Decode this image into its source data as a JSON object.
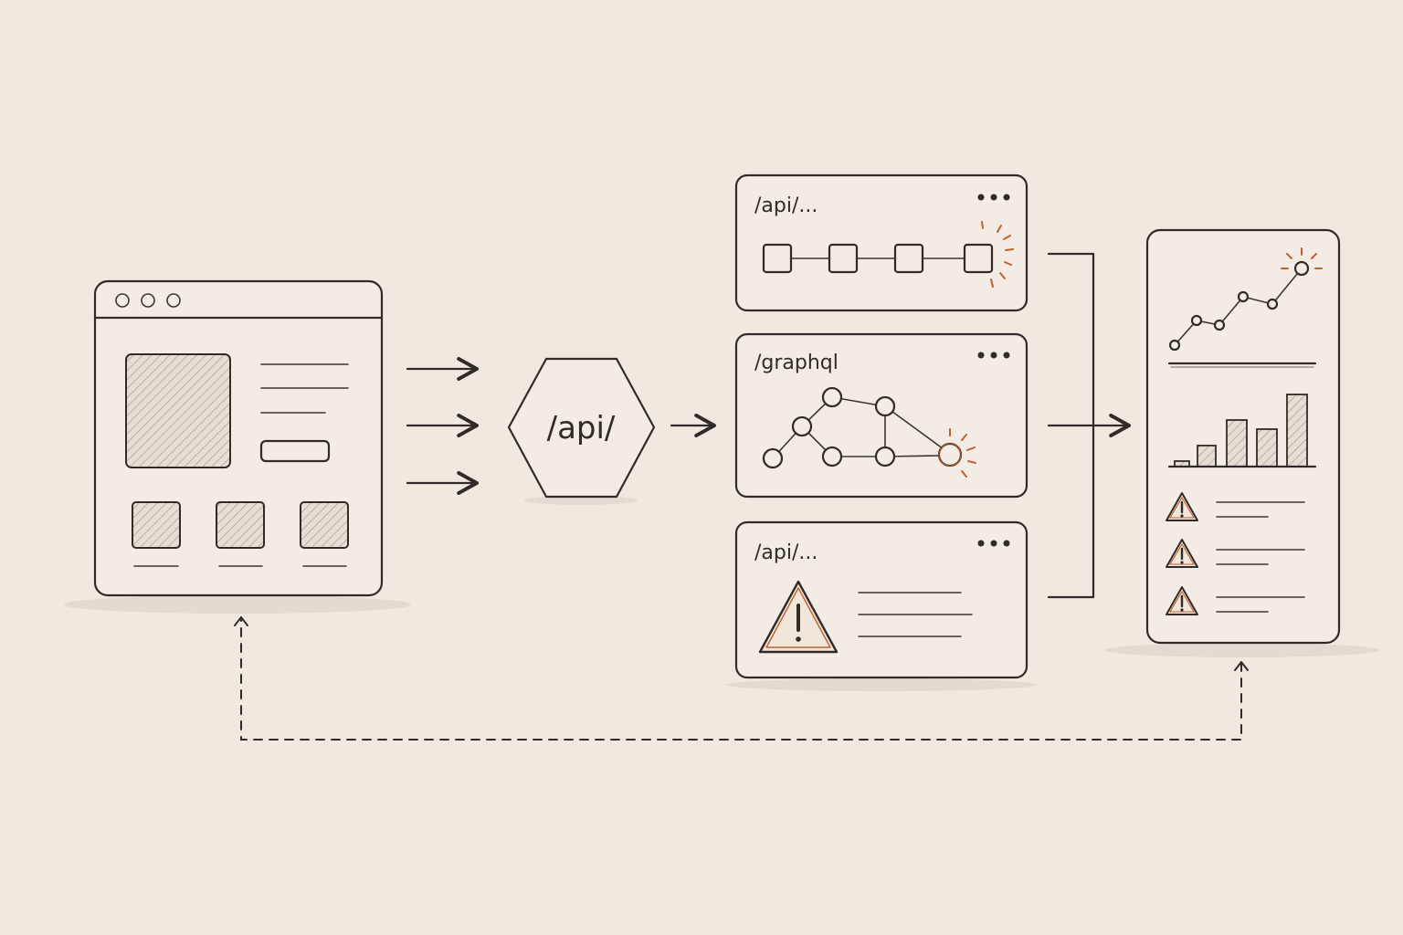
{
  "diagram": {
    "gateway": {
      "label": "/api/"
    },
    "panels": [
      {
        "id": "api-panel-1",
        "label": "/api/...",
        "kind": "linear-nodes"
      },
      {
        "id": "graphql-panel",
        "label": "/graphql",
        "kind": "graph-nodes"
      },
      {
        "id": "api-panel-2",
        "label": "/api/...",
        "kind": "warning"
      }
    ],
    "icons": {
      "browser": "browser-window-icon",
      "gateway": "hexagon-icon",
      "more": "more-dots-icon",
      "warning": "warning-icon",
      "line-chart": "line-chart-icon",
      "bar-chart": "bar-chart-icon"
    },
    "colors": {
      "background": "#f1e9e0",
      "ink": "#2f2b28",
      "accent": "#c0602e"
    }
  }
}
